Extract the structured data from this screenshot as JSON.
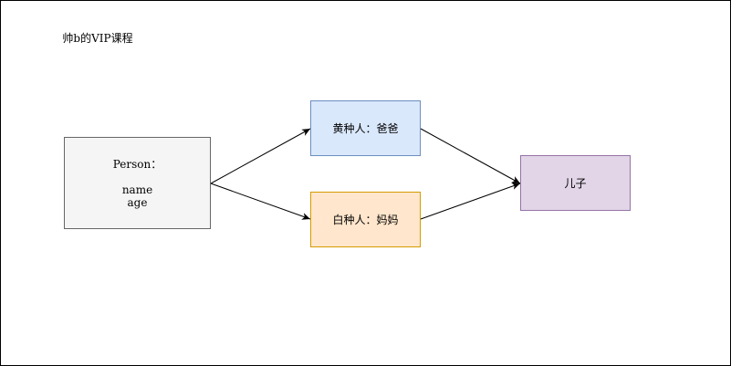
{
  "note": {
    "text": "帅b的VIP课程"
  },
  "nodes": {
    "person": {
      "lines": [
        "Person：",
        "",
        "name",
        "age"
      ],
      "fill": "#f5f5f5",
      "stroke": "#666666"
    },
    "father": {
      "label": "黄种人：爸爸",
      "fill": "#dae8fc",
      "stroke": "#6c8ebf"
    },
    "mother": {
      "label": "白种人：妈妈",
      "fill": "#ffe6cc",
      "stroke": "#d79b00"
    },
    "son": {
      "label": "儿子",
      "fill": "#e1d5e7",
      "stroke": "#9673a6"
    }
  },
  "edges": [
    {
      "from": "person",
      "to": "father"
    },
    {
      "from": "person",
      "to": "mother"
    },
    {
      "from": "father",
      "to": "son"
    },
    {
      "from": "mother",
      "to": "son"
    }
  ]
}
